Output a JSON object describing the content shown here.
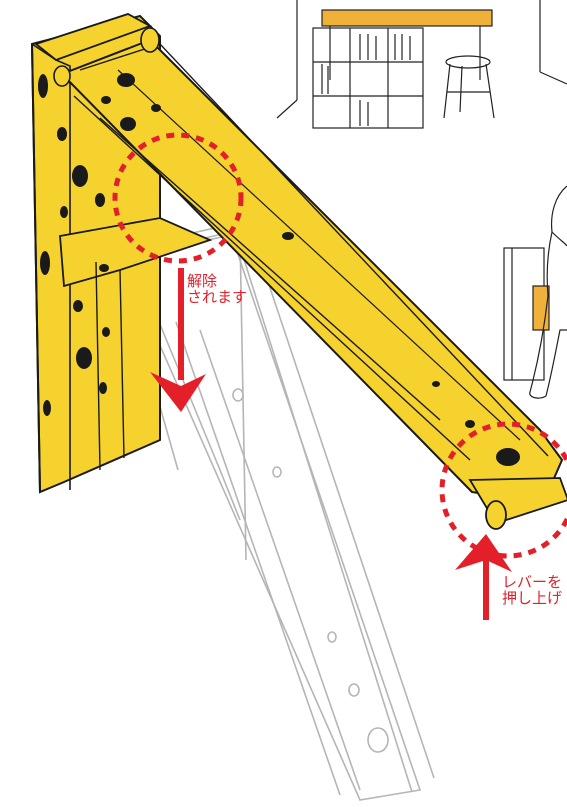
{
  "callouts": {
    "release": {
      "line1": "解除",
      "line2": "されます"
    },
    "lever": {
      "line1": "レバーを",
      "line2": "押し上げ"
    }
  },
  "colors": {
    "bracket": "#f5d22e",
    "outline": "#1a1a1a",
    "folded_ghost": "#b5b5b5",
    "accent_red": "#e3202a",
    "inset_orange": "#f0b13a"
  },
  "icons": {
    "down_arrow": "down-arrow-icon",
    "up_arrow": "up-arrow-icon"
  }
}
